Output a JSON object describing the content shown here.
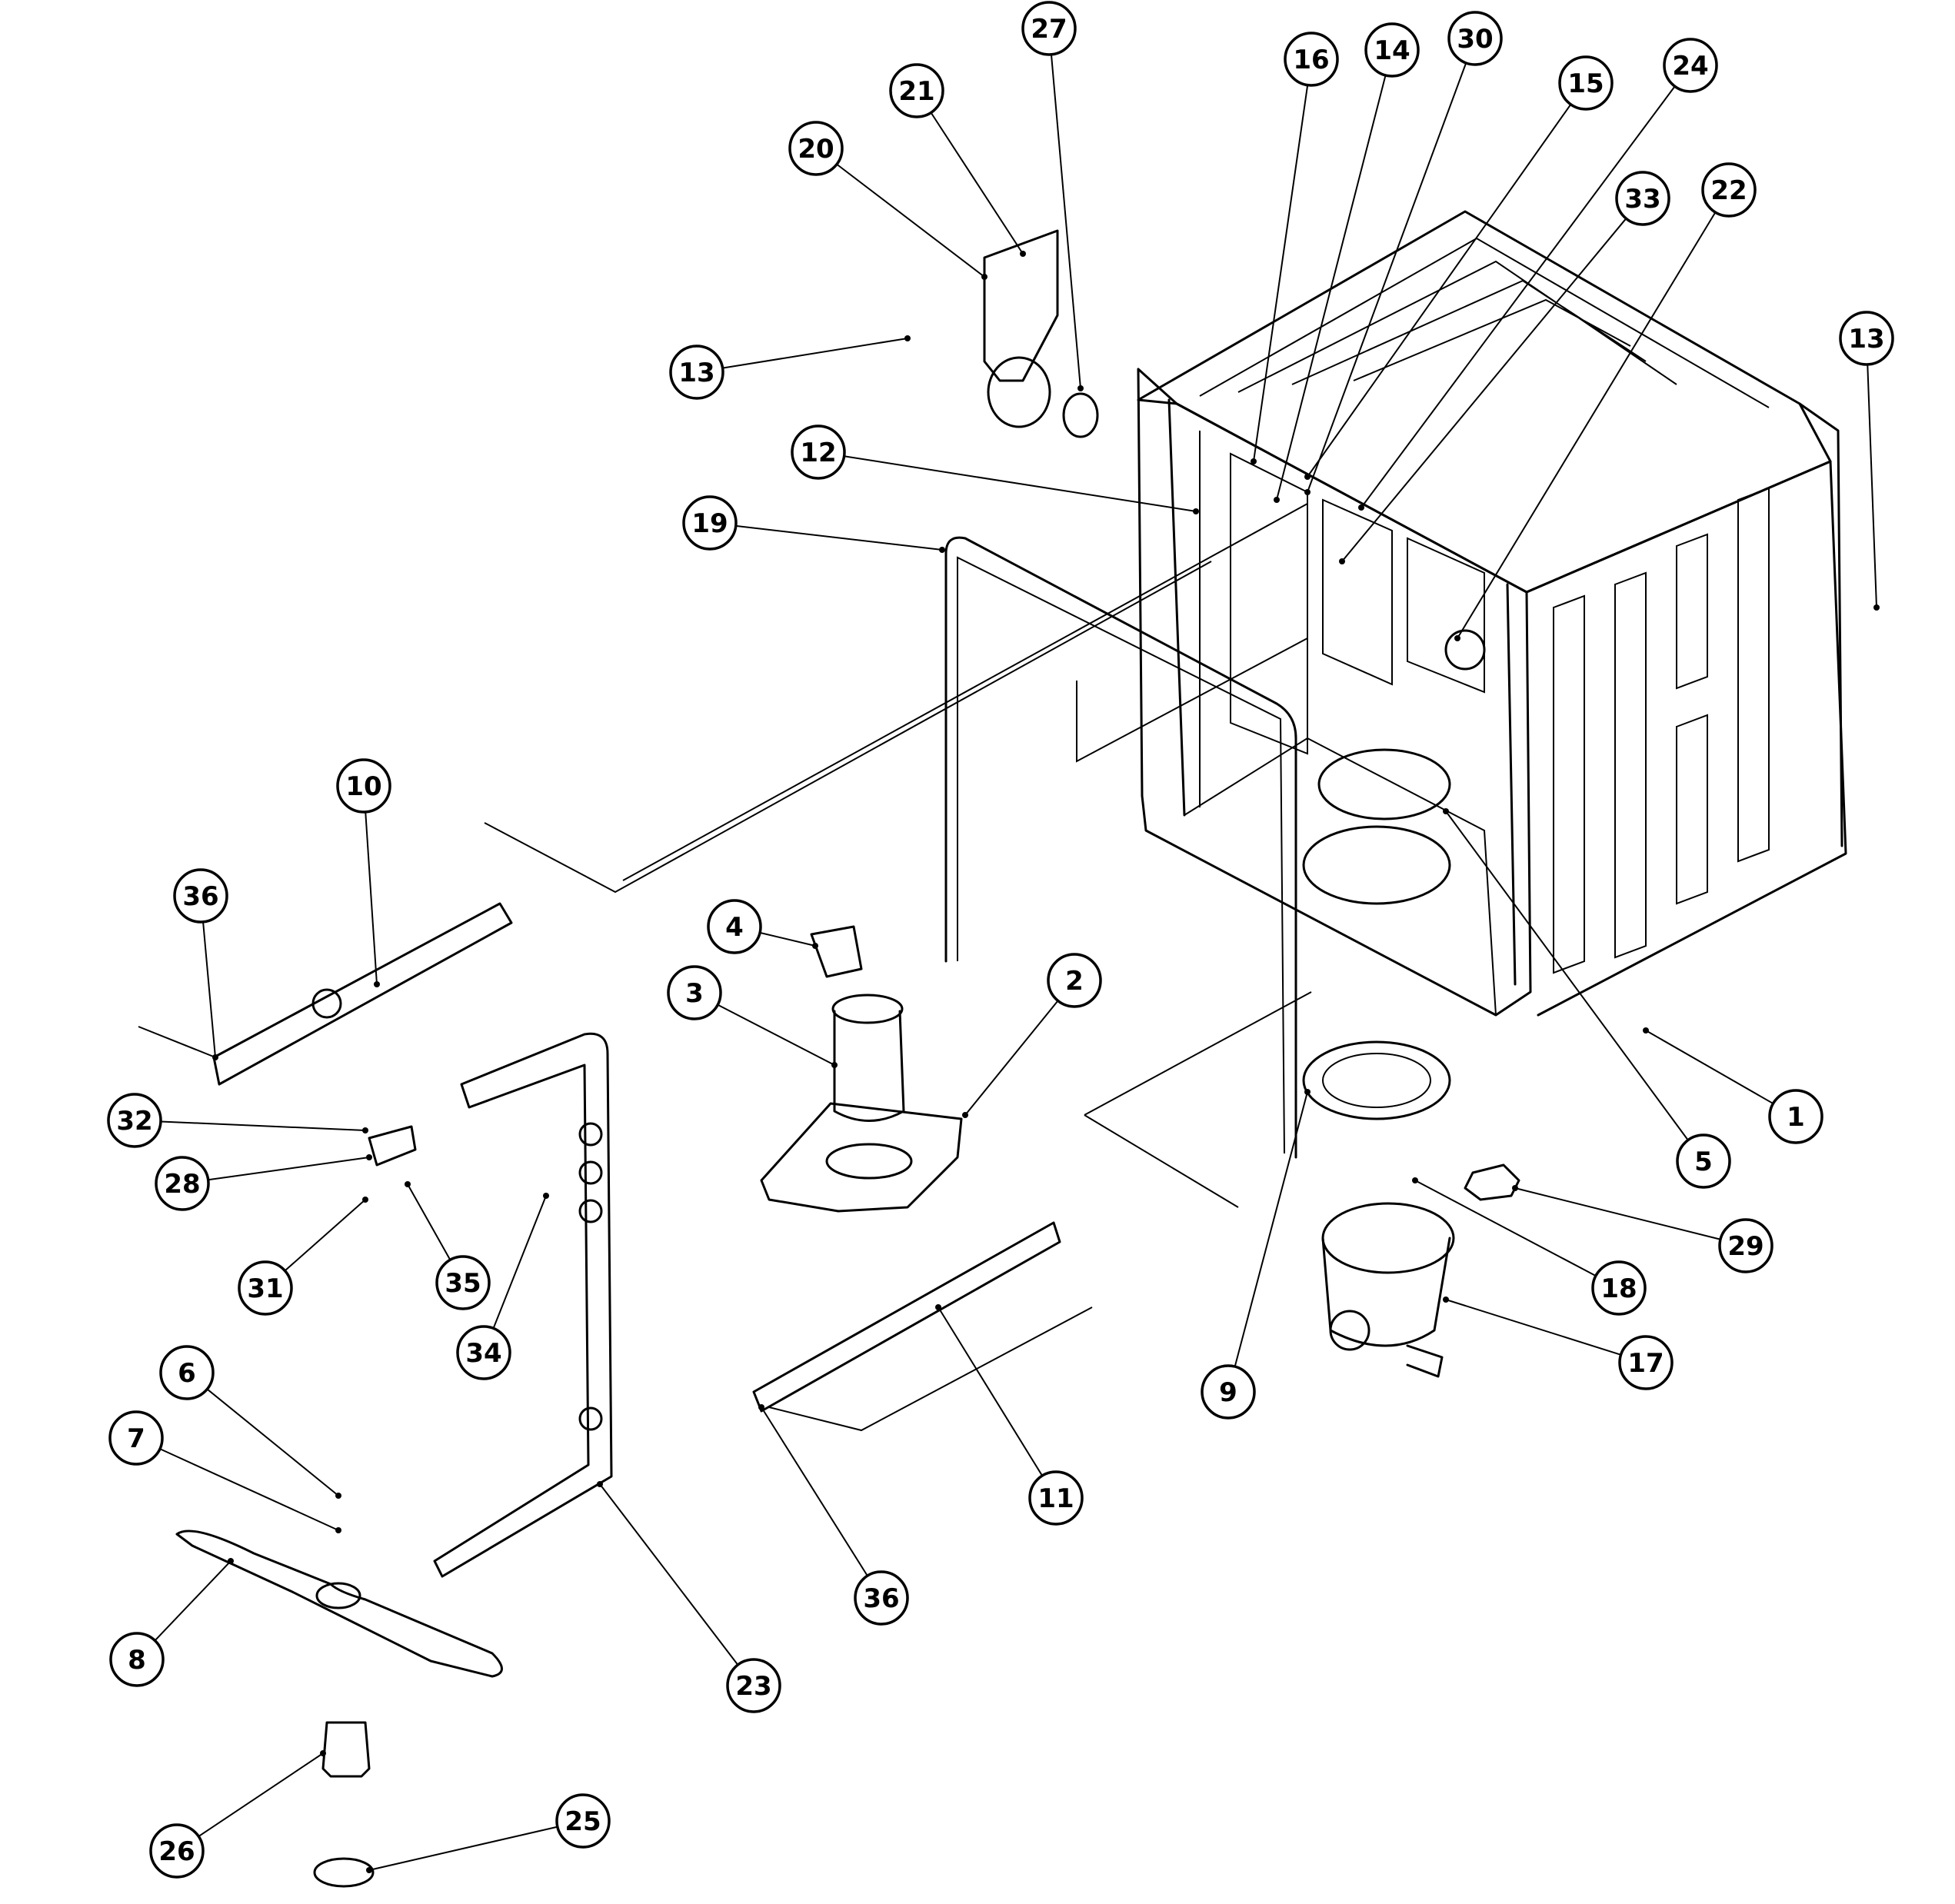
{
  "diagram": {
    "callouts": [
      "1",
      "2",
      "3",
      "4",
      "5",
      "6",
      "7",
      "8",
      "9",
      "10",
      "11",
      "12",
      "13",
      "13",
      "14",
      "15",
      "16",
      "17",
      "18",
      "19",
      "20",
      "21",
      "22",
      "23",
      "24",
      "25",
      "26",
      "27",
      "28",
      "29",
      "30",
      "31",
      "32",
      "33",
      "34",
      "35",
      "36",
      "36"
    ]
  }
}
